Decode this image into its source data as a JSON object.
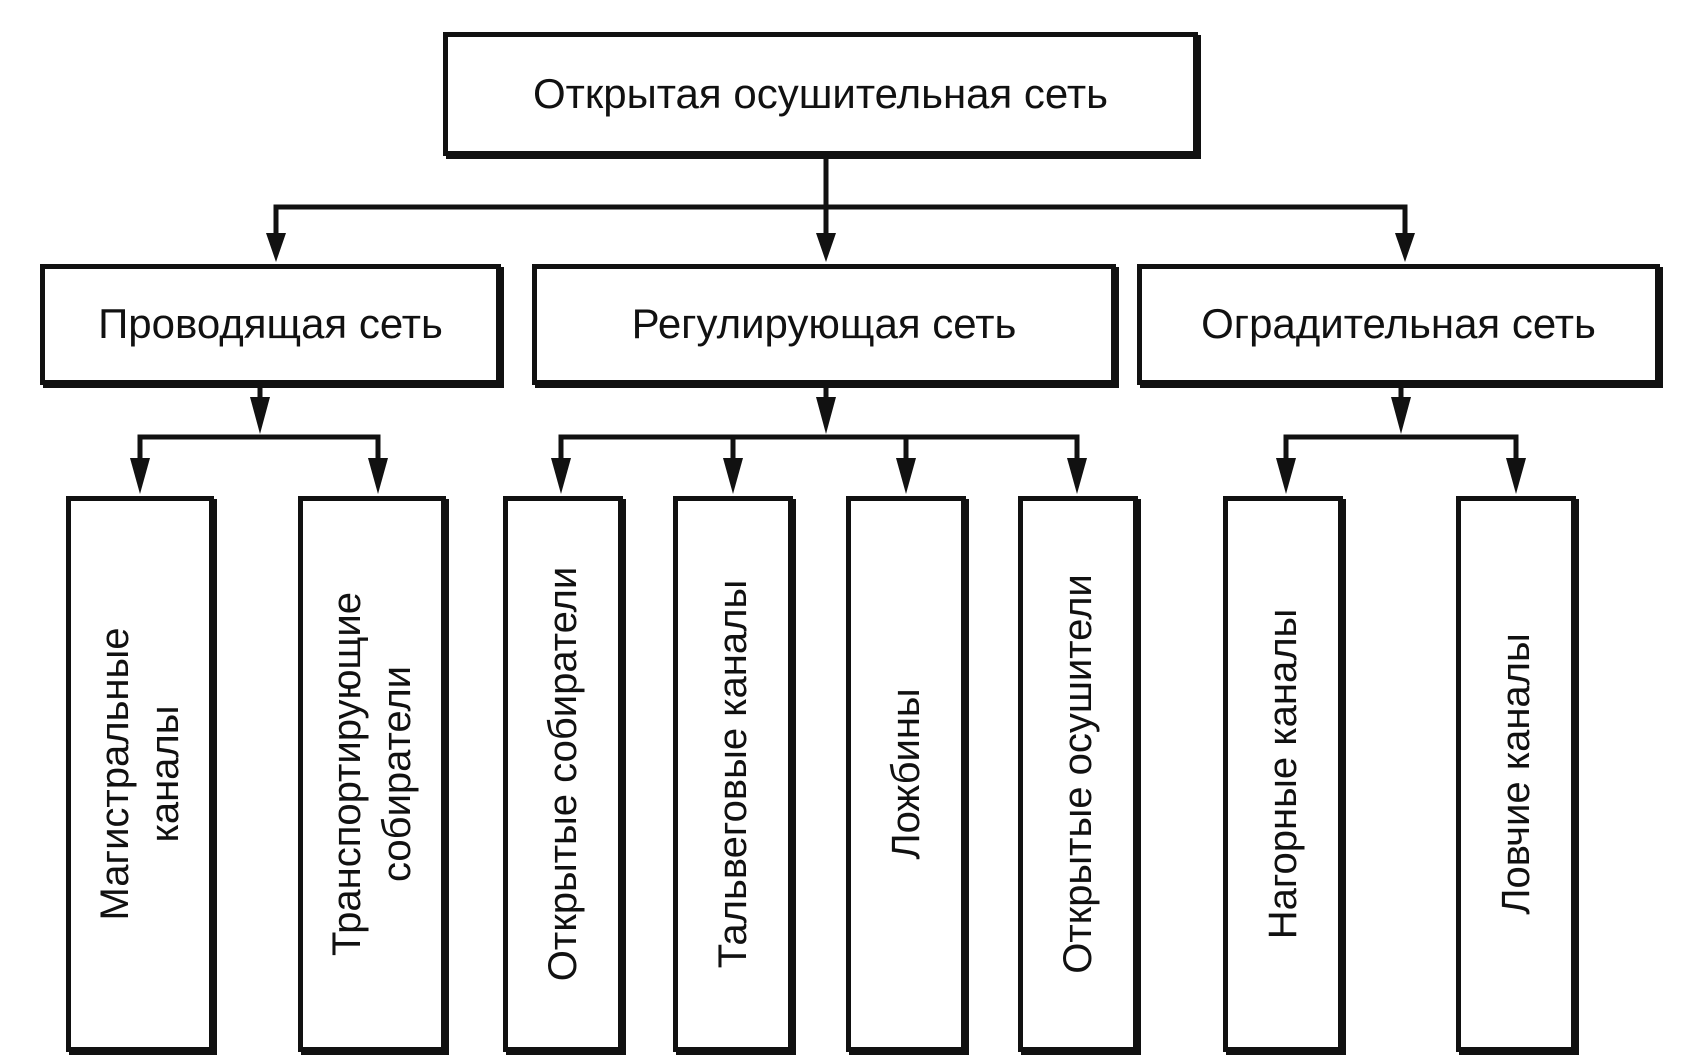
{
  "root": {
    "label": "Открытая осушительная сеть"
  },
  "level1": [
    {
      "label": "Проводящая сеть"
    },
    {
      "label": "Регулирующая сеть"
    },
    {
      "label": "Оградительная сеть"
    }
  ],
  "level2": [
    {
      "label": "Магистральные\nканалы"
    },
    {
      "label": "Транспортирующие\nсобиратели"
    },
    {
      "label": "Открытые собиратели"
    },
    {
      "label": "Тальвеговые каналы"
    },
    {
      "label": "Ложбины"
    },
    {
      "label": "Открытые осушители"
    },
    {
      "label": "Нагорные каналы"
    },
    {
      "label": "Ловчие каналы"
    }
  ]
}
